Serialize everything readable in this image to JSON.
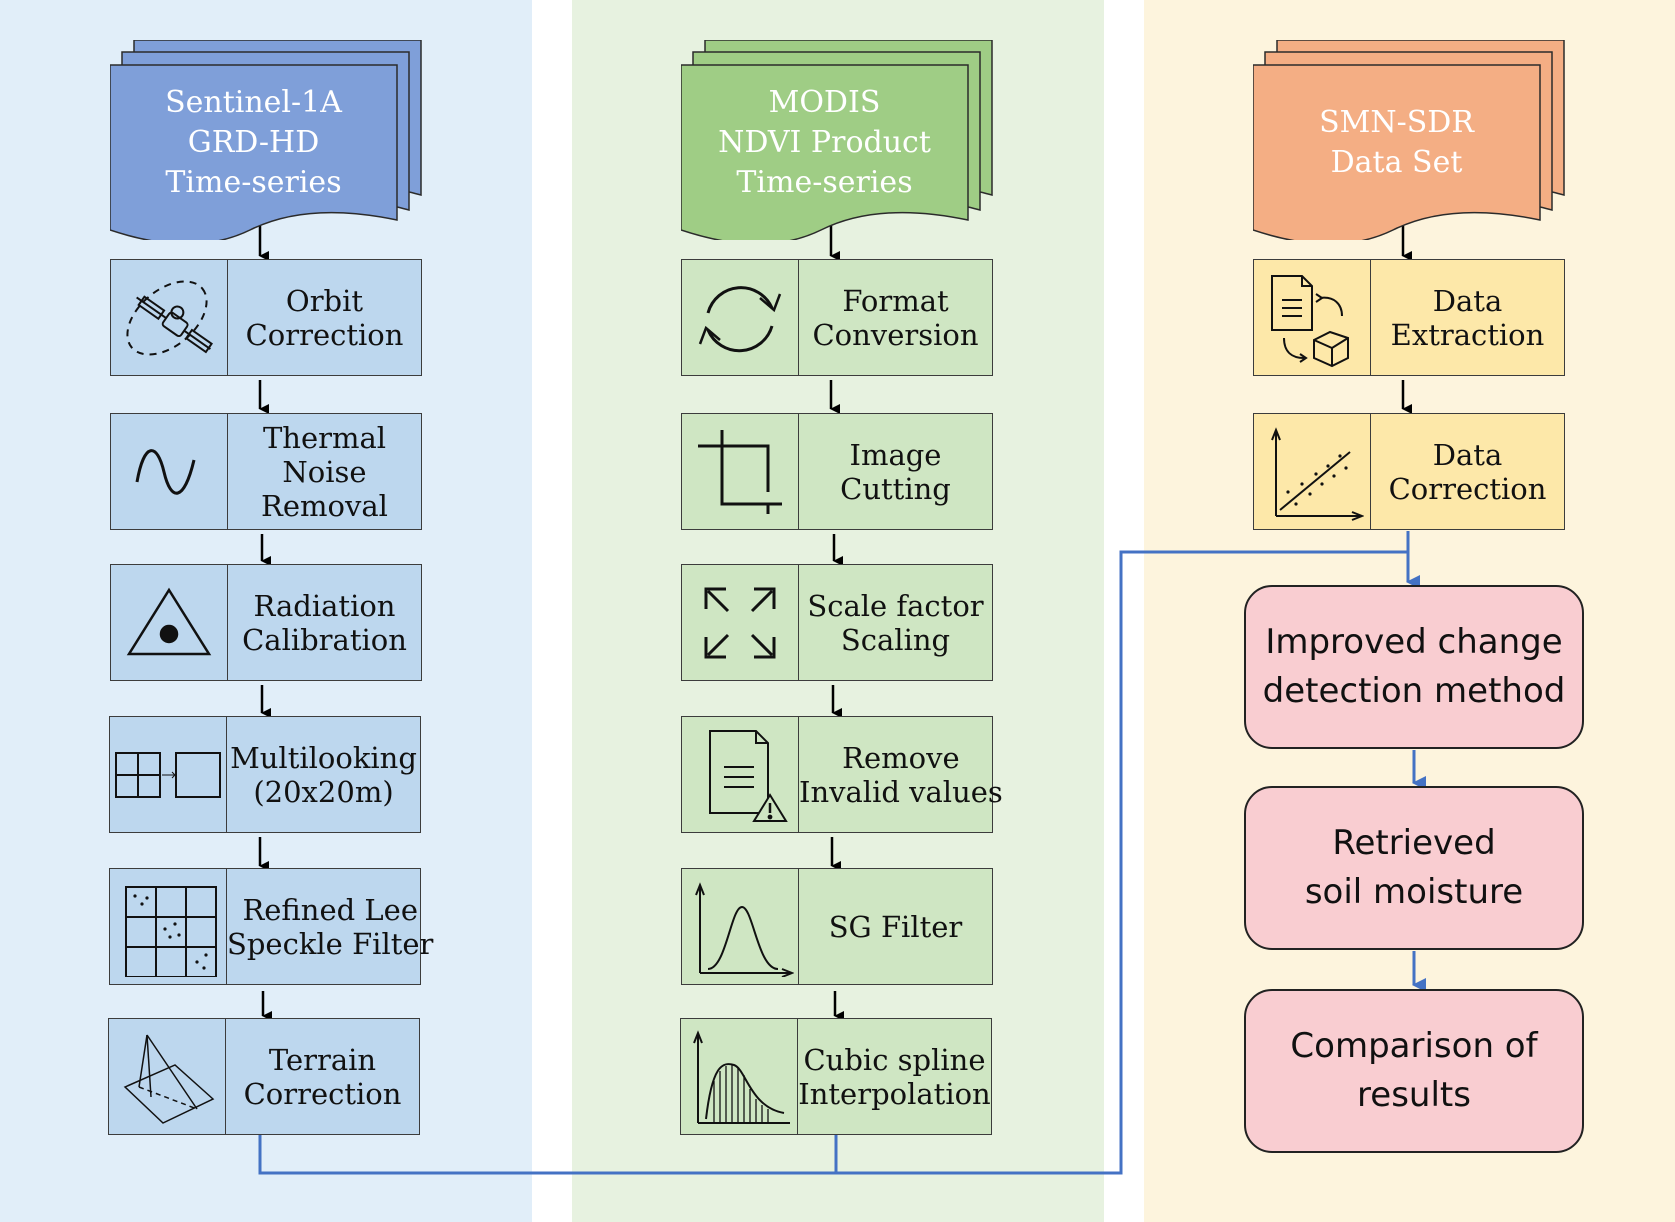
{
  "colors": {
    "blue_panel": "#e1eef9",
    "green_panel": "#e7f2e0",
    "orange_panel": "#fdf4dd",
    "blue_doc": "#7f9fd9",
    "green_doc": "#9fcd85",
    "orange_doc": "#f4ae84",
    "blue_step": "#bdd7ee",
    "green_step": "#cfe6c3",
    "orange_step": "#fde8a9",
    "result_box": "#f9cdd1",
    "connector": "#4472c4"
  },
  "columns": {
    "sentinel": {
      "source": [
        "Sentinel-1A",
        "GRD-HD",
        "Time-series"
      ],
      "steps": [
        {
          "icon": "satellite-orbit-icon",
          "lines": [
            "Orbit",
            "Correction"
          ]
        },
        {
          "icon": "sine-wave-icon",
          "lines": [
            "Thermal",
            "Noise",
            "Removal"
          ]
        },
        {
          "icon": "radiation-triangle-icon",
          "lines": [
            "Radiation",
            "Calibration"
          ]
        },
        {
          "icon": "multilook-grid-icon",
          "lines": [
            "Multilooking",
            "(20x20m)"
          ]
        },
        {
          "icon": "speckle-grid-icon",
          "lines": [
            "Refined Lee",
            "Speckle Filter"
          ]
        },
        {
          "icon": "terrain-plane-icon",
          "lines": [
            "Terrain",
            "Correction"
          ]
        }
      ]
    },
    "modis": {
      "source": [
        "MODIS",
        "NDVI Product",
        "Time-series"
      ],
      "steps": [
        {
          "icon": "refresh-cycle-icon",
          "lines": [
            "Format",
            "Conversion"
          ]
        },
        {
          "icon": "crop-icon",
          "lines": [
            "Image",
            "Cutting"
          ]
        },
        {
          "icon": "expand-arrows-icon",
          "lines": [
            "Scale factor",
            "Scaling"
          ]
        },
        {
          "icon": "document-warning-icon",
          "lines": [
            "Remove",
            "Invalid values"
          ]
        },
        {
          "icon": "bell-curve-icon",
          "lines": [
            "SG Filter"
          ]
        },
        {
          "icon": "spline-area-icon",
          "lines": [
            "Cubic spline",
            "Interpolation"
          ]
        }
      ]
    },
    "smn": {
      "source": [
        "SMN-SDR",
        "Data Set"
      ],
      "steps": [
        {
          "icon": "data-extraction-icon",
          "lines": [
            "Data",
            "Extraction"
          ]
        },
        {
          "icon": "scatter-plot-icon",
          "lines": [
            "Data",
            "Correction"
          ]
        }
      ],
      "results": [
        [
          "Improved change",
          "detection method"
        ],
        [
          "Retrieved",
          "soil moisture"
        ],
        [
          "Comparison of",
          "results"
        ]
      ]
    }
  }
}
